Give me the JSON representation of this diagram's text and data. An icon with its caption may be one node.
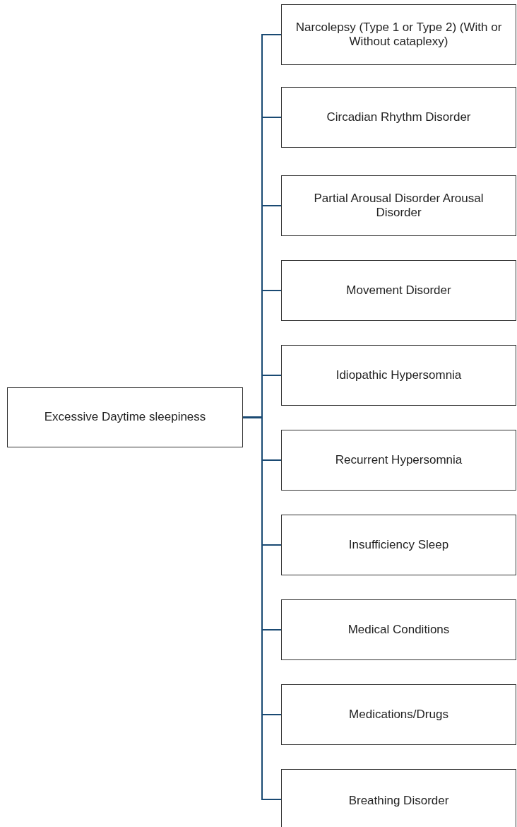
{
  "diagram": {
    "nodes": [
      {
        "text": [
          "Excessive Daytime sleepiness"
        ]
      },
      {
        "text": [
          "Narcolepsy (Type 1 or Type 2) (With or Without cataplexy)"
        ]
      },
      {
        "text": [
          "Circadian Rhythm Disorder"
        ]
      },
      {
        "text": [
          "Partial Arousal Disorder Arousal Disorder"
        ]
      },
      {
        "text": [
          "Movement Disorder"
        ]
      },
      {
        "text": [
          "Idiopathic Hypersomnia"
        ]
      },
      {
        "text": [
          "Recurrent Hypersomnia"
        ]
      },
      {
        "text": [
          "Insufficiency Sleep"
        ]
      },
      {
        "text": [
          "Medical Conditions"
        ]
      },
      {
        "text": [
          "Medications/Drugs"
        ]
      },
      {
        "text": [
          "Breathing Disorder"
        ]
      }
    ],
    "edges": [
      {
        "from": 0,
        "to": 1,
        "arrow": "none"
      },
      {
        "from": 0,
        "to": 2,
        "arrow": "none"
      },
      {
        "from": 0,
        "to": 3,
        "arrow": "none"
      },
      {
        "from": 0,
        "to": 4,
        "arrow": "none"
      },
      {
        "from": 0,
        "to": 5,
        "arrow": "none"
      },
      {
        "from": 0,
        "to": 6,
        "arrow": "none"
      },
      {
        "from": 0,
        "to": 7,
        "arrow": "none"
      },
      {
        "from": 0,
        "to": 8,
        "arrow": "none"
      },
      {
        "from": 0,
        "to": 9,
        "arrow": "none"
      },
      {
        "from": 0,
        "to": 10,
        "arrow": "none"
      }
    ]
  }
}
